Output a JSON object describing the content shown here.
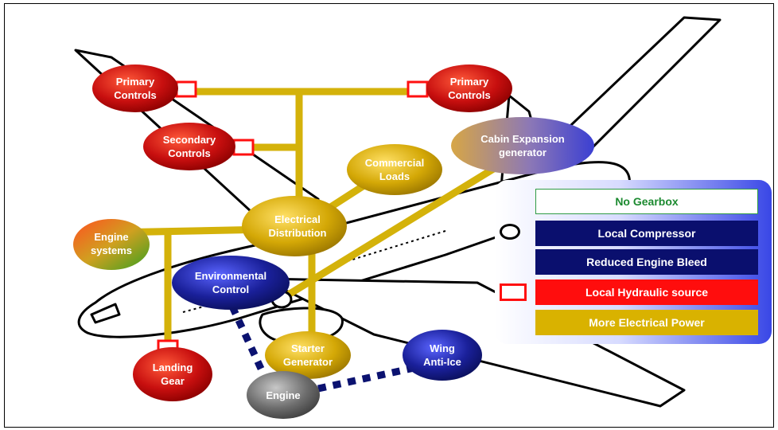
{
  "nodes": {
    "primary_left": [
      "Primary",
      "Controls"
    ],
    "primary_right": [
      "Primary",
      "Controls"
    ],
    "secondary": [
      "Secondary",
      "Controls"
    ],
    "commercial": [
      "Commercial",
      "Loads"
    ],
    "cabin": [
      "Cabin Expansion",
      "generator"
    ],
    "electrical": [
      "Electrical",
      "Distribution"
    ],
    "engine_systems": [
      "Engine",
      "systems"
    ],
    "environmental": [
      "Environmental",
      "Control"
    ],
    "starter": [
      "Starter",
      "Generator"
    ],
    "wing": [
      "Wing",
      "Anti-Ice"
    ],
    "landing": [
      "Landing",
      "Gear"
    ],
    "engine": [
      "Engine"
    ]
  },
  "legend": {
    "no_gearbox": "No Gearbox",
    "local_compressor": "Local Compressor",
    "reduced_bleed": "Reduced Engine Bleed",
    "local_hydraulic": "Local Hydraulic source",
    "more_electrical": "More Electrical Power"
  },
  "colors": {
    "electrical_line": "#d4b20a",
    "bleed_dash": "#0b1270",
    "hydraulic": "#ff1010",
    "red_node": "#c40f0f",
    "gold_node": "#d8b010",
    "blue_node": "#1a1f8a"
  }
}
